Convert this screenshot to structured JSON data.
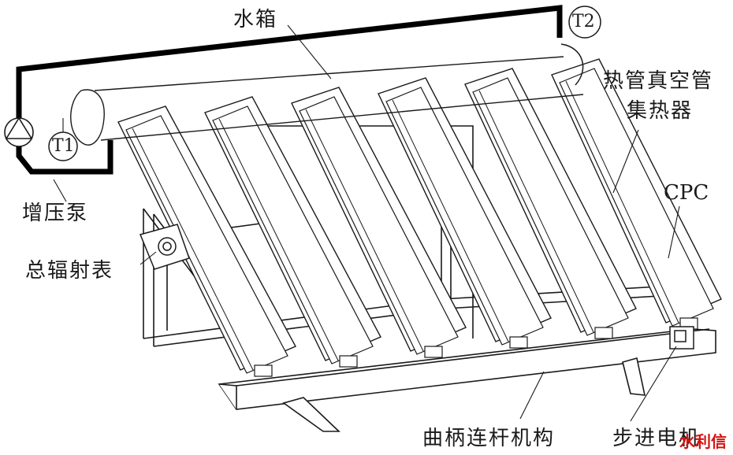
{
  "labels": {
    "water_tank": "水箱",
    "t1": "T1",
    "t2": "T2",
    "booster_pump": "增压泵",
    "collector_line1": "热管真空管",
    "collector_line2": "集热器",
    "cpc": "CPC",
    "pyranometer": "总辐射表",
    "crank_linkage": "曲柄连杆机构",
    "stepper_motor": "步进电机"
  },
  "watermark": "水利信",
  "colors": {
    "line": "#1a1a1a",
    "pipe": "#000000",
    "background": "#ffffff",
    "watermark": "#d21414"
  },
  "collector_count": 6
}
